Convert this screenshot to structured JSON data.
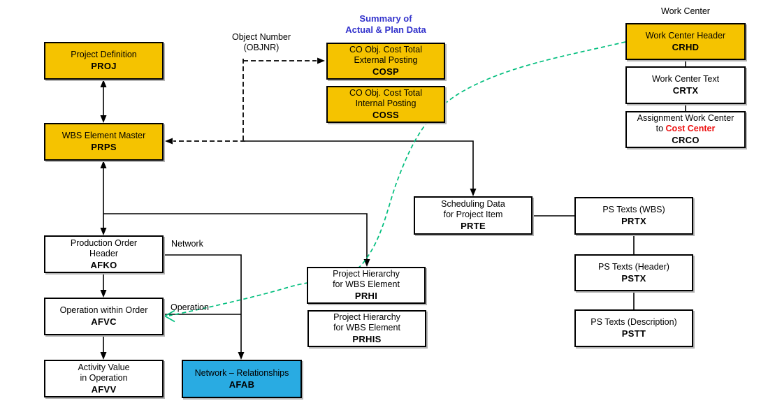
{
  "labels": {
    "work_center_group": "Work Center",
    "summary_heading": "Summary of\nActual & Plan Data",
    "object_number": "Object Number\n(OBJNR)",
    "network_edge": "Network",
    "operation_edge": "Operation"
  },
  "boxes": {
    "proj": {
      "title": "Project Definition",
      "code": "PROJ"
    },
    "prps": {
      "title": "WBS Element Master",
      "code": "PRPS"
    },
    "cosp": {
      "title": "CO Obj. Cost Total\nExternal Posting",
      "code": "COSP"
    },
    "coss": {
      "title": "CO Obj. Cost Total\nInternal Posting",
      "code": "COSS"
    },
    "crhd": {
      "title": "Work Center Header",
      "code": "CRHD"
    },
    "crtx": {
      "title": "Work Center Text",
      "code": "CRTX"
    },
    "crco": {
      "title": "Assignment Work Center",
      "to_word": "to ",
      "highlight": "Cost Center",
      "code": "CRCO"
    },
    "prte": {
      "title": "Scheduling Data\nfor Project Item",
      "code": "PRTE"
    },
    "prtx": {
      "title": "PS Texts (WBS)",
      "code": "PRTX"
    },
    "pstx": {
      "title": "PS Texts (Header)",
      "code": "PSTX"
    },
    "pstt": {
      "title": "PS Texts (Description)",
      "code": "PSTT"
    },
    "afko": {
      "title": "Production Order\nHeader",
      "code": "AFKO"
    },
    "afvc": {
      "title": "Operation within Order",
      "code": "AFVC"
    },
    "afvv": {
      "title": "Activity Value\nin Operation",
      "code": "AFVV"
    },
    "afab": {
      "title": "Network – Relationships",
      "code": "AFAB"
    },
    "prhi": {
      "title": "Project Hierarchy\nfor WBS Element",
      "code": "PRHI"
    },
    "prhis": {
      "title": "Project Hierarchy\nfor WBS Element",
      "code": "PRHIS"
    }
  },
  "colors": {
    "master_table_fill": "#F5C300",
    "relationship_table_fill": "#29ABE2",
    "plain_table_fill": "#FFFFFF",
    "summary_heading_text": "#3333CC",
    "cost_center_emphasis": "#EE1111",
    "work_center_link_green": "#00BE7D",
    "line_black": "#000000"
  }
}
